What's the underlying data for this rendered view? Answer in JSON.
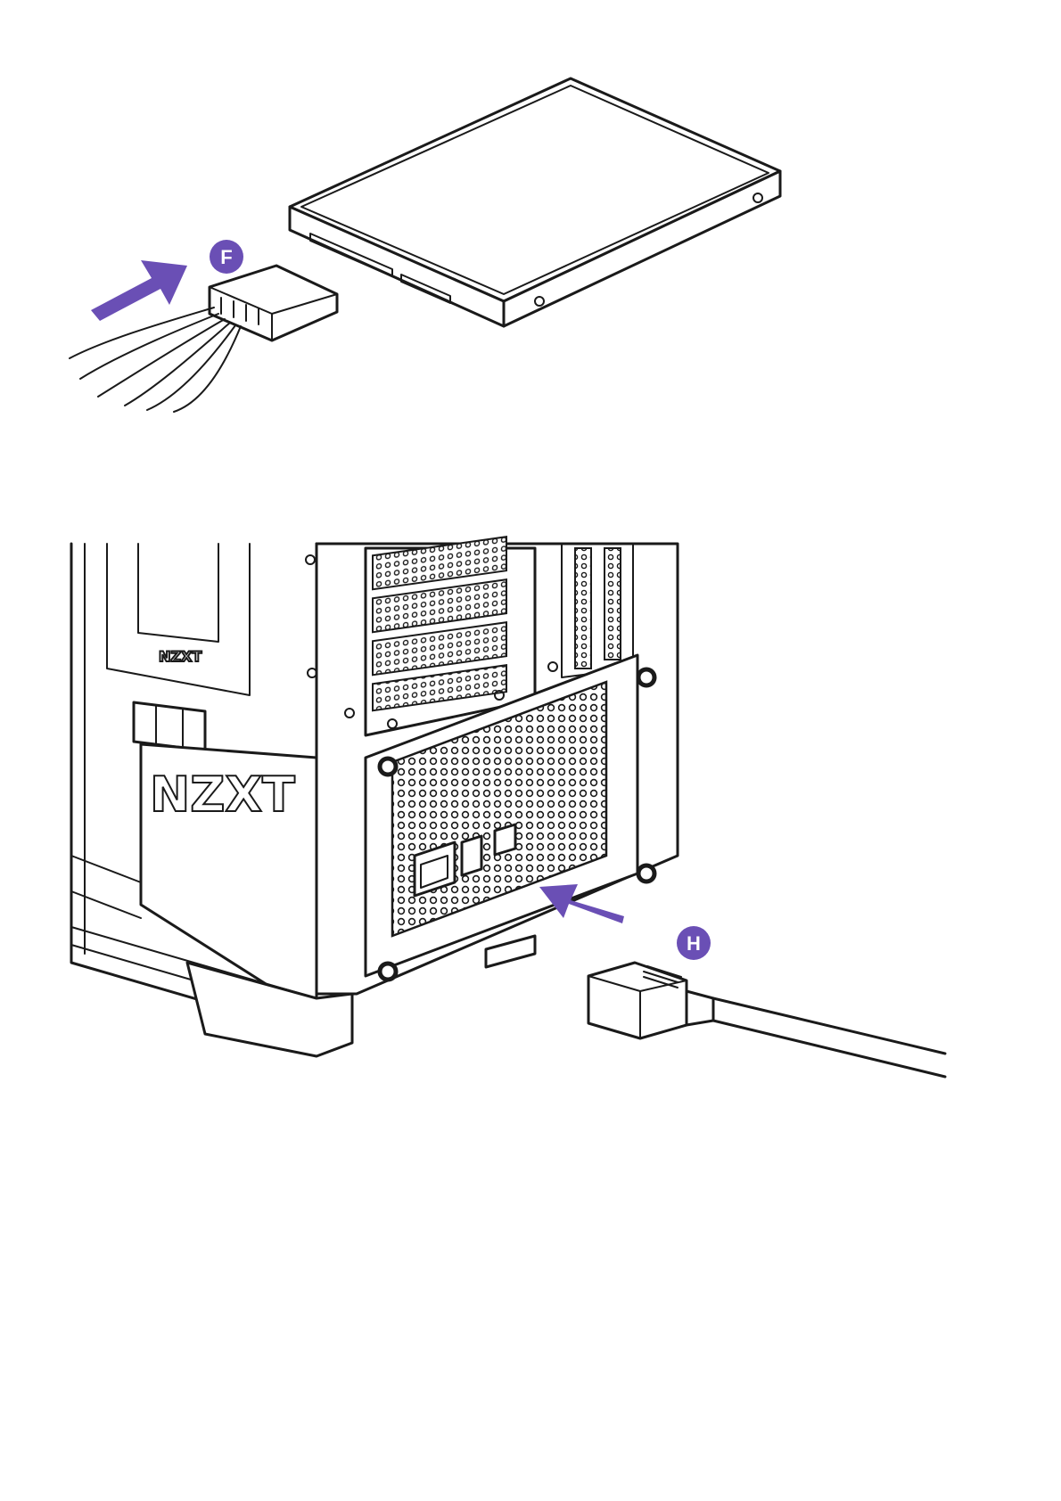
{
  "accent_color": "#6a4fb5",
  "figure_ssd": {
    "callout": {
      "letter": "F"
    },
    "icons": [
      "ssd-drive-icon",
      "sata-power-connector-icon",
      "insert-arrow-icon"
    ]
  },
  "figure_psu": {
    "callout": {
      "letter": "H"
    },
    "logo_large": "NZXT",
    "logo_small": "NZXT",
    "icons": [
      "pc-case-rear-icon",
      "psu-icon",
      "power-cord-icon",
      "insert-arrow-icon"
    ]
  }
}
